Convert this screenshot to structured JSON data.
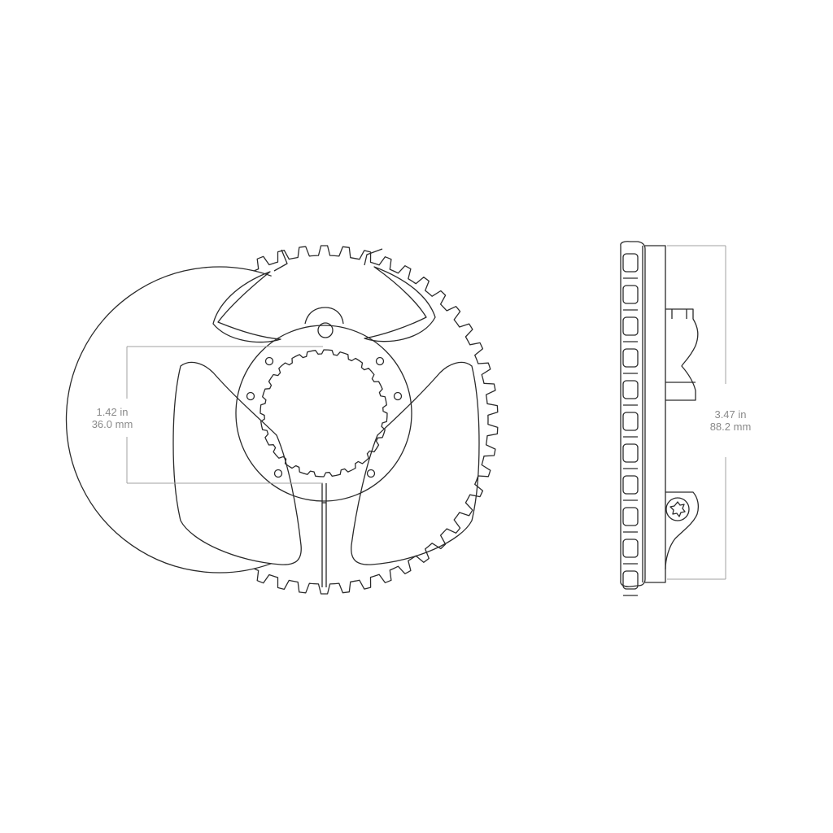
{
  "dimensions": {
    "inner_bore": {
      "imperial": "1.42 in",
      "metric": "36.0 mm"
    },
    "overall_height": {
      "imperial": "3.47 in",
      "metric": "88.2 mm"
    }
  },
  "colors": {
    "line": "#2a2a2a",
    "dimension_line": "#a0a0a0",
    "dimension_text": "#8a8a8a",
    "background": "#ffffff"
  }
}
